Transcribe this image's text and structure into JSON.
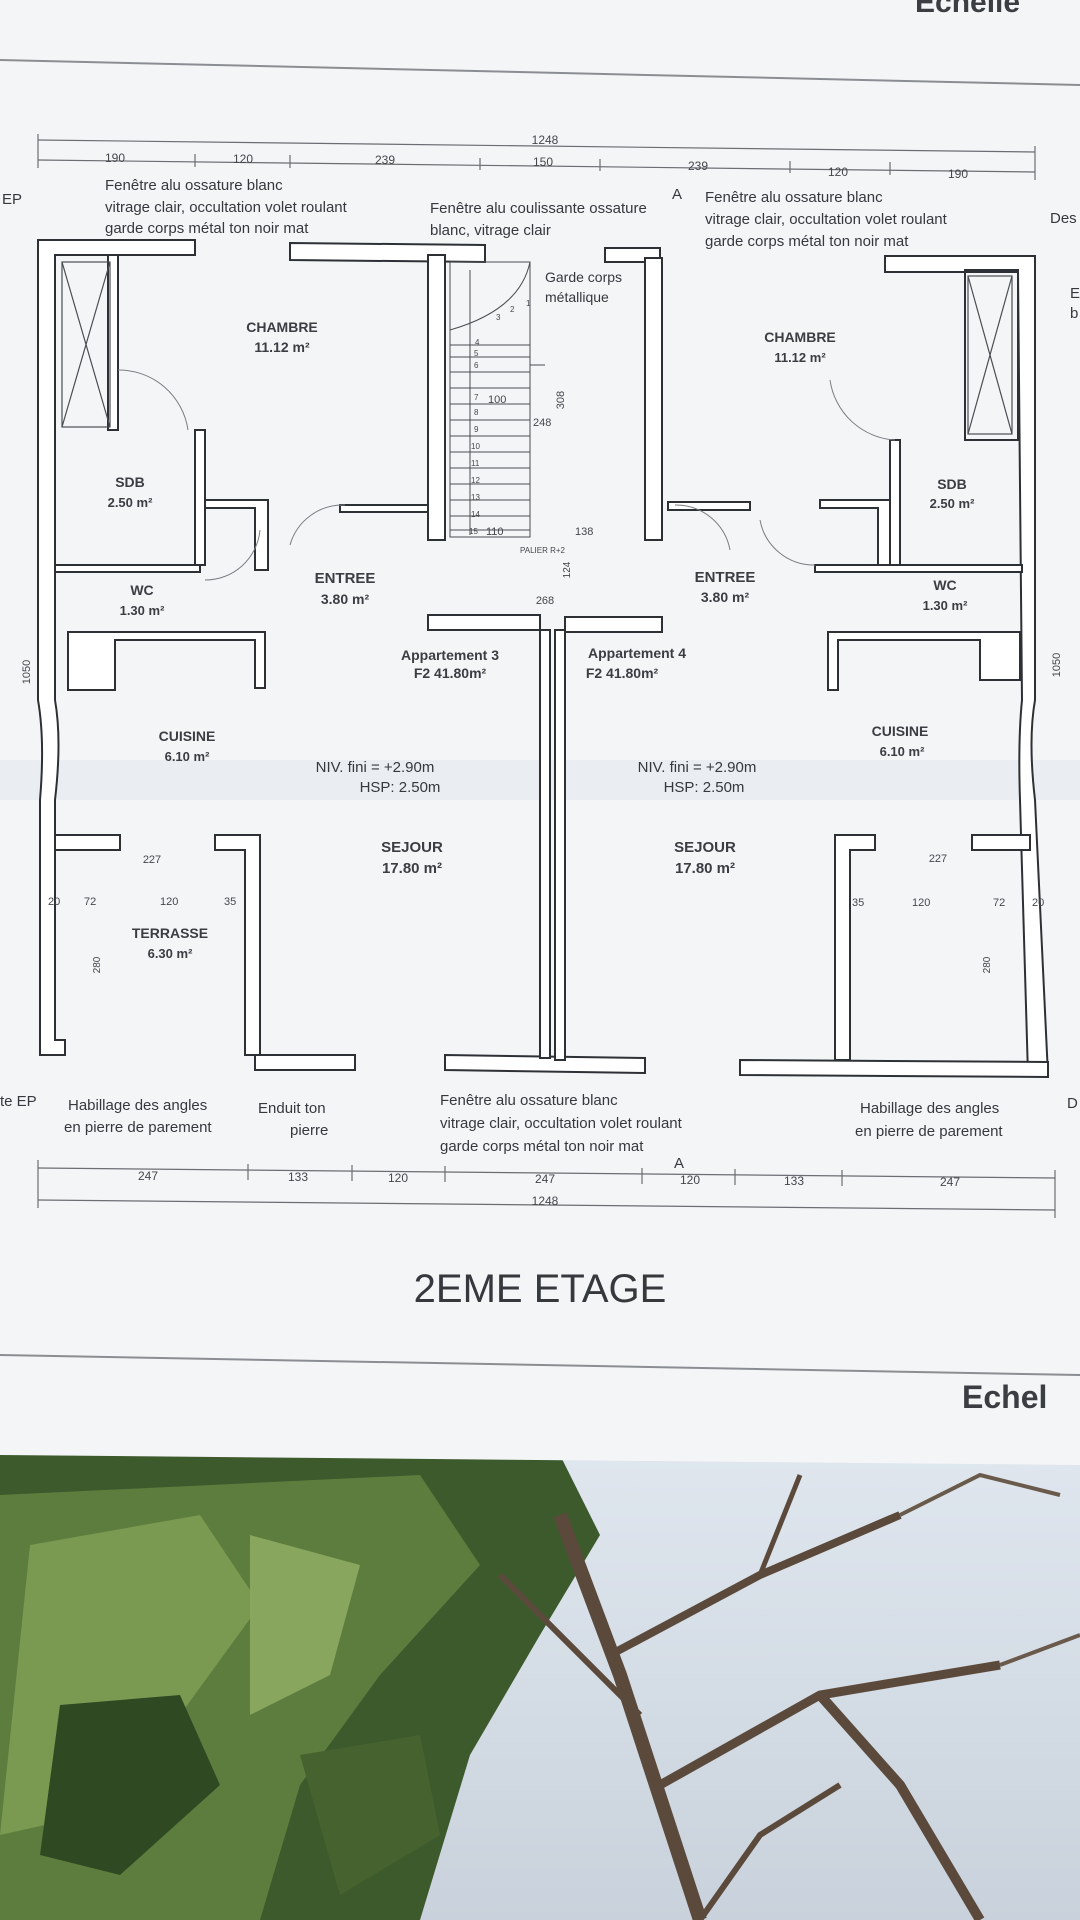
{
  "header": {
    "scale_top": "Echelle"
  },
  "title": "2EME ETAGE",
  "footer": {
    "scale_label": "Echel"
  },
  "dimensions": {
    "top_total": "1248",
    "top_segments": [
      "190",
      "120",
      "239",
      "150",
      "239",
      "120",
      "190"
    ],
    "bottom_total": "1248",
    "bottom_segments": [
      "247",
      "133",
      "120",
      "247",
      "120",
      "133",
      "247"
    ],
    "left_height": "1050",
    "right_height": "1050",
    "stair_width": "100",
    "stair_length": "308",
    "stair_run": "248",
    "stair_landing_left": "110",
    "stair_landing_right": "138",
    "stair_landing_depth": "124",
    "landing_width": "268",
    "terrace_left": {
      "width": "227",
      "a": "20",
      "b": "72",
      "c": "120",
      "d": "35",
      "depth": "280"
    },
    "terrace_right": {
      "width": "227",
      "a": "35",
      "b": "120",
      "c": "72",
      "d": "20",
      "depth": "280"
    }
  },
  "notes": {
    "top_left": [
      "Fenêtre alu  ossature blanc",
      "vitrage clair, occultation volet roulant",
      "garde corps métal ton noir mat"
    ],
    "top_center": [
      "Fenêtre alu  coulissante ossature",
      "blanc, vitrage clair"
    ],
    "top_right": [
      "Fenêtre alu  ossature blanc",
      "vitrage clair, occultation volet roulant",
      "garde corps métal ton noir mat"
    ],
    "stair_rail": [
      "Garde corps",
      "métallique"
    ],
    "bottom_left": [
      "Habillage des angles",
      "en pierre de parement"
    ],
    "bottom_enduit": [
      "Enduit ton",
      "pierre"
    ],
    "bottom_center": [
      "Fenêtre alu  ossature blanc",
      "vitrage clair, occultation volet roulant",
      "garde corps métal ton noir mat"
    ],
    "bottom_right": [
      "Habillage des angles",
      "en pierre de parement"
    ],
    "edge_ep_top": "EP",
    "edge_ep_bottom": "te EP",
    "edge_des": "Des",
    "edge_e": "E",
    "edge_b": "b",
    "edge_d": "D",
    "section_a": "A"
  },
  "stairs": {
    "steps": [
      "1",
      "2",
      "3",
      "4",
      "5",
      "6",
      "7",
      "8",
      "9",
      "10",
      "11",
      "12",
      "13",
      "14",
      "15"
    ],
    "landing_label": "PALIER R+2"
  },
  "apartments": [
    {
      "name": "Appartement 3",
      "type": "F2 41.80m²",
      "level": "NIV. fini = +2.90m",
      "hsp": "HSP: 2.50m",
      "rooms": [
        {
          "name": "CHAMBRE",
          "area": "11.12 m²"
        },
        {
          "name": "SDB",
          "area": "2.50 m²"
        },
        {
          "name": "WC",
          "area": "1.30 m²"
        },
        {
          "name": "ENTREE",
          "area": "3.80 m²"
        },
        {
          "name": "CUISINE",
          "area": "6.10 m²"
        },
        {
          "name": "SEJOUR",
          "area": "17.80 m²"
        },
        {
          "name": "TERRASSE",
          "area": "6.30 m²"
        }
      ]
    },
    {
      "name": "Appartement 4",
      "type": "F2 41.80m²",
      "level": "NIV. fini = +2.90m",
      "hsp": "HSP: 2.50m",
      "rooms": [
        {
          "name": "CHAMBRE",
          "area": "11.12 m²"
        },
        {
          "name": "SDB",
          "area": "2.50 m²"
        },
        {
          "name": "WC",
          "area": "1.30 m²"
        },
        {
          "name": "ENTREE",
          "area": "3.80 m²"
        },
        {
          "name": "CUISINE",
          "area": "6.10 m²"
        },
        {
          "name": "SEJOUR",
          "area": "17.80 m²"
        }
      ]
    }
  ],
  "colors": {
    "paper": "#f4f5f7",
    "wall": "#2d3035",
    "ink": "#3a3d42",
    "dim_line": "#6a6d72"
  }
}
